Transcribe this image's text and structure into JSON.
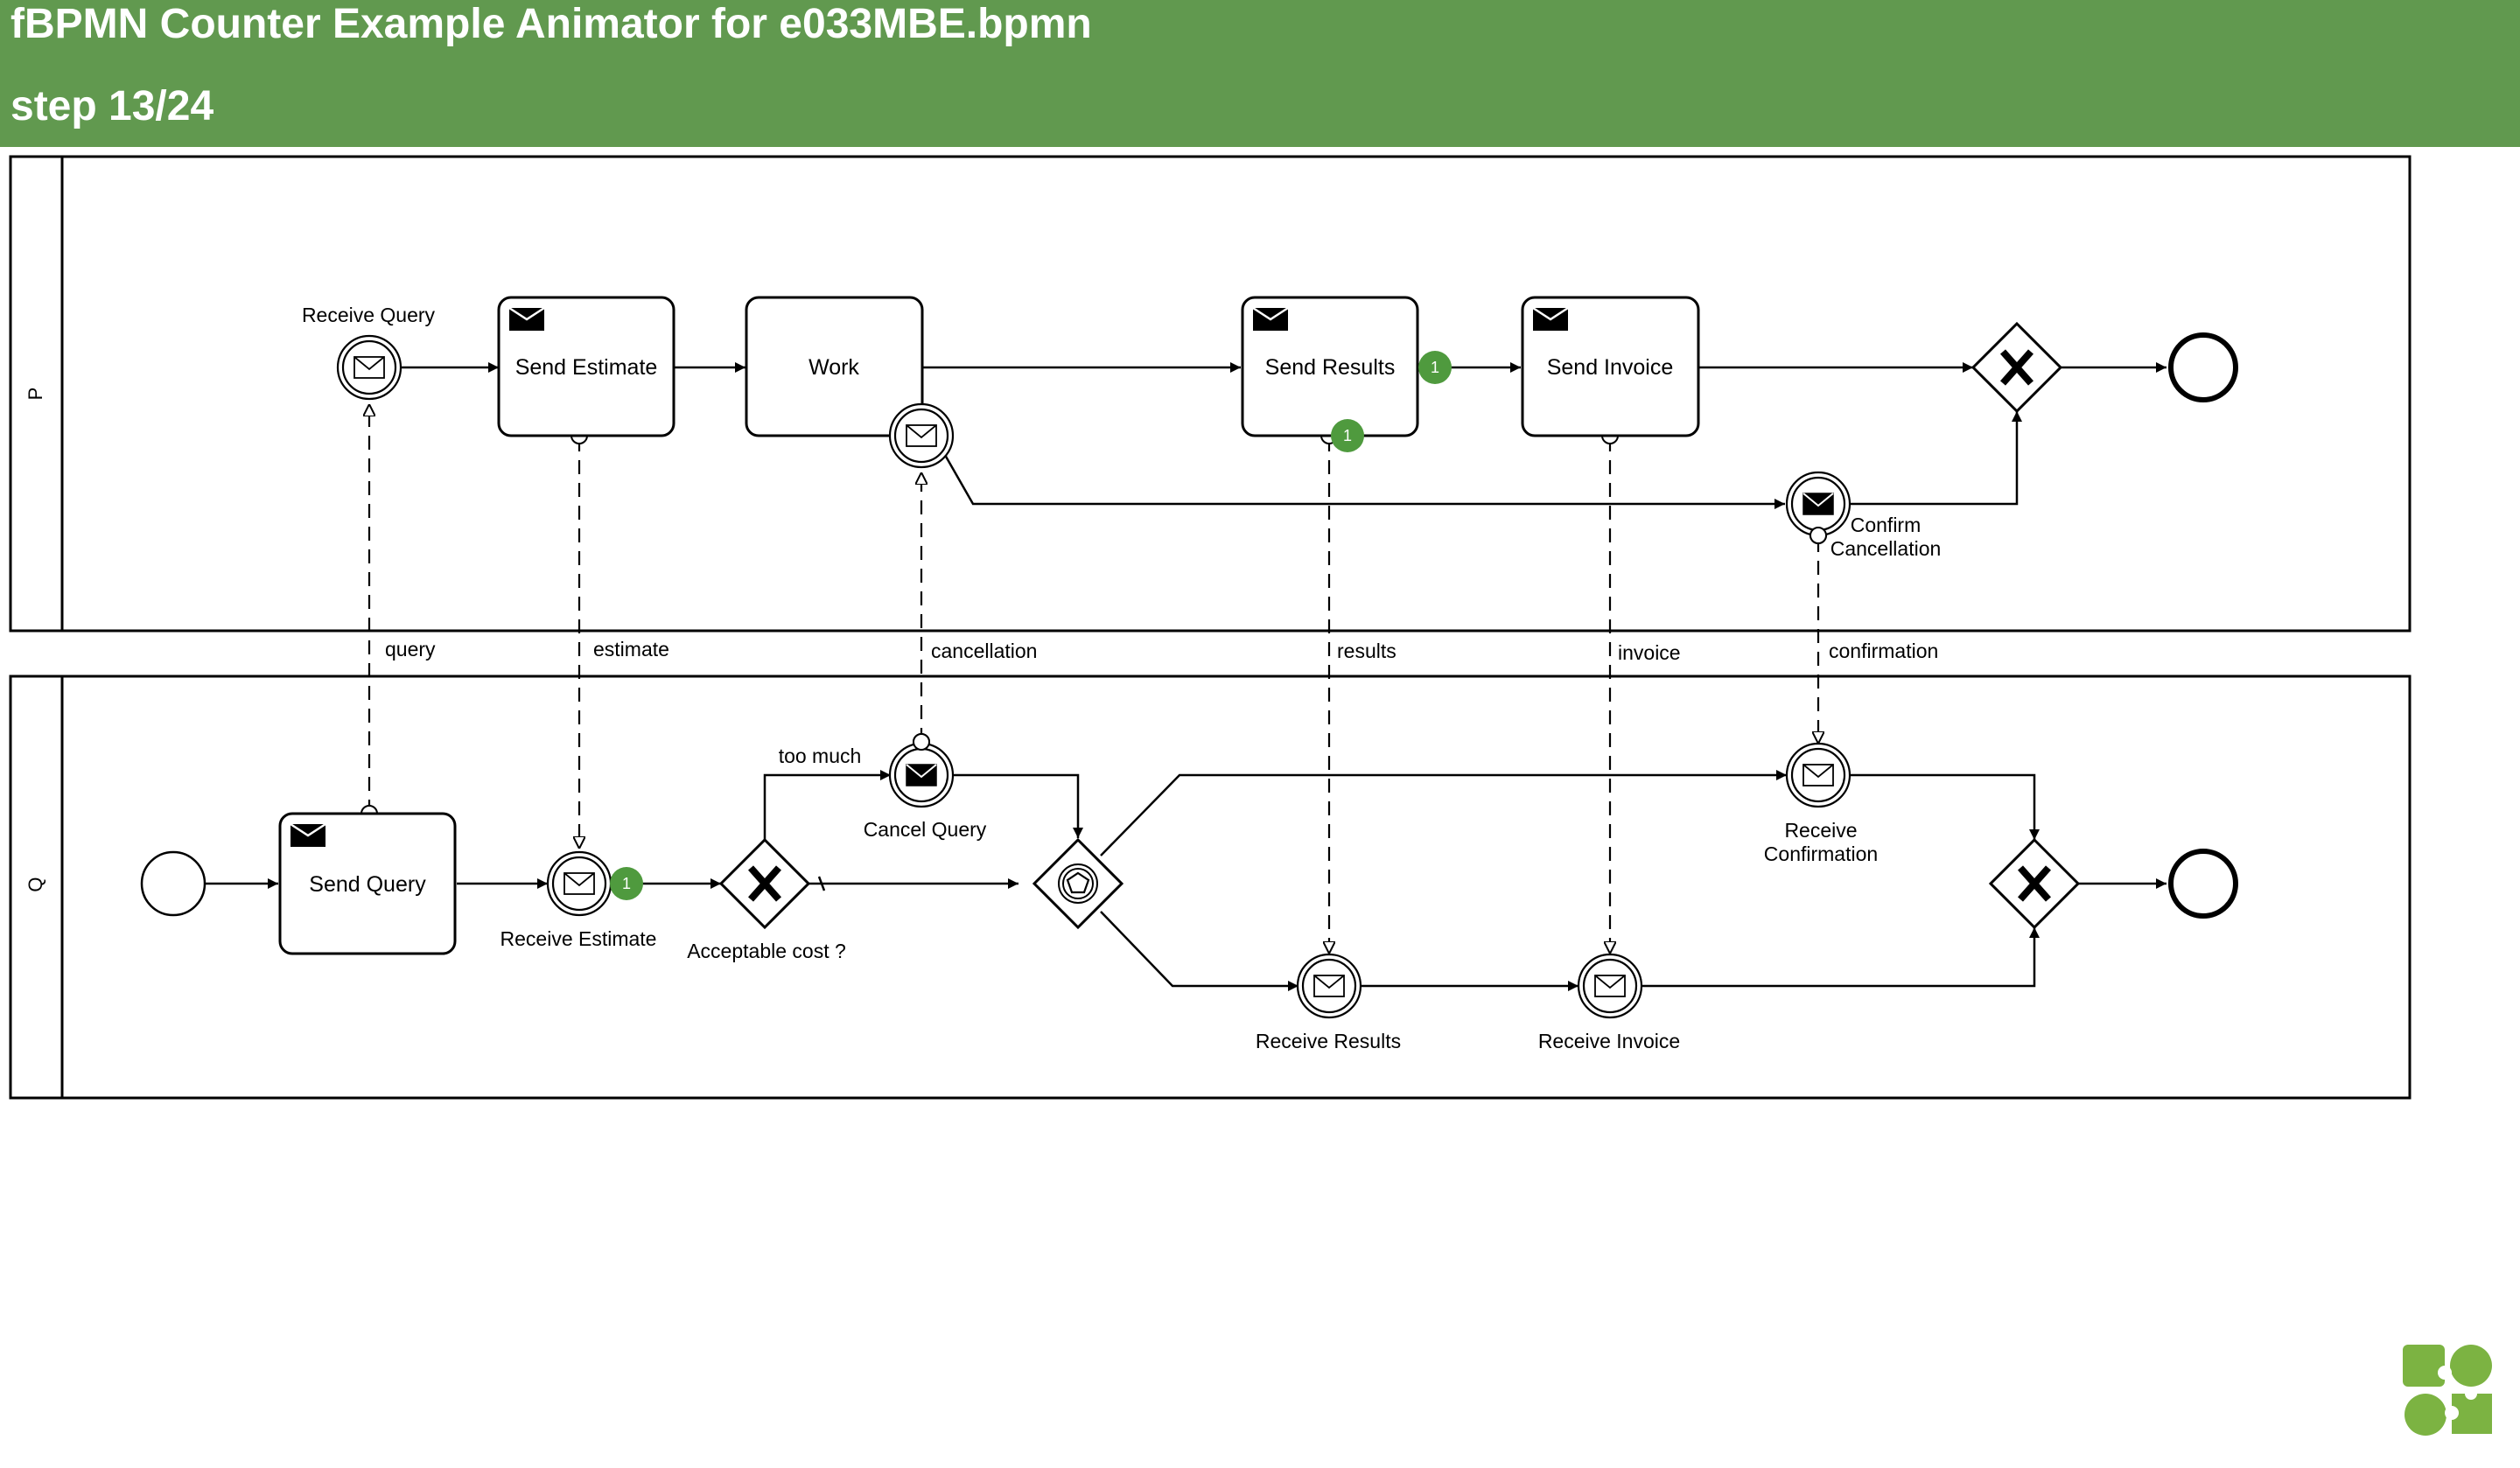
{
  "header": {
    "title": "fBPMN Counter Example Animator for e033MBE.bpmn",
    "step": "step 13/24"
  },
  "colors": {
    "header_bg": "#61994f",
    "token": "#4f9a3e"
  },
  "diagram": {
    "pools": [
      {
        "name": "P"
      },
      {
        "name": "Q"
      }
    ],
    "tasks": {
      "send_estimate": "Send Estimate",
      "work": "Work",
      "send_results": "Send Results",
      "send_invoice": "Send Invoice",
      "send_query": "Send Query"
    },
    "events": {
      "receive_query": "Receive Query",
      "confirm_cancellation_1": "Confirm",
      "confirm_cancellation_2": "Cancellation",
      "receive_estimate": "Receive Estimate",
      "cancel_query": "Cancel Query",
      "receive_confirmation_1": "Receive",
      "receive_confirmation_2": "Confirmation",
      "receive_results": "Receive Results",
      "receive_invoice": "Receive Invoice"
    },
    "gateways": {
      "acceptable_cost": "Acceptable cost ?"
    },
    "flows": {
      "too_much": "too much"
    },
    "messages": {
      "query": "query",
      "estimate": "estimate",
      "cancellation": "cancellation",
      "results": "results",
      "invoice": "invoice",
      "confirmation": "confirmation"
    },
    "tokens": {
      "send_results_out": "1",
      "send_results_msg": "1",
      "receive_estimate": "1"
    }
  }
}
